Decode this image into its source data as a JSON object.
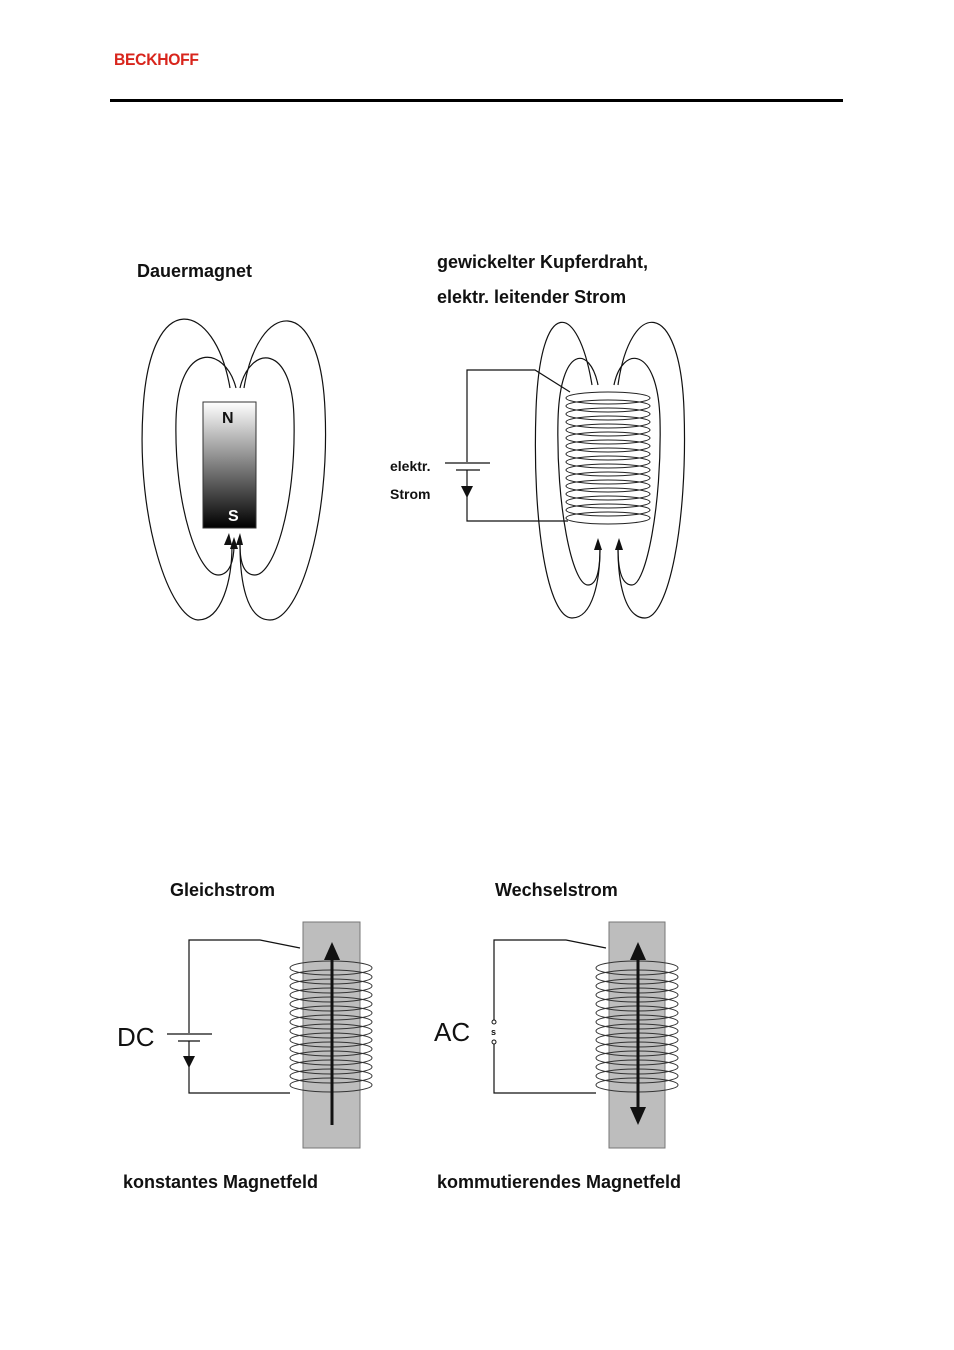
{
  "header": {
    "logo_text": "BECKHOFF",
    "logo_color": "#d8251c"
  },
  "figure1": {
    "left_title": "Dauermagnet",
    "north": "N",
    "south": "S",
    "right_title_line1": "gewickelter Kupferdraht,",
    "right_title_line2": "elektr. leitender Strom",
    "source_line1": "elektr.",
    "source_line2": "Strom"
  },
  "figure2": {
    "left_title": "Gleichstrom",
    "left_source": "DC",
    "left_caption": "konstantes Magnetfeld",
    "right_title": "Wechselstrom",
    "right_source": "AC",
    "switch_mark": "s",
    "right_caption": "kommutierendes Magnetfeld"
  },
  "colors": {
    "core_fill": "#bdbdbd",
    "line": "#111111"
  }
}
